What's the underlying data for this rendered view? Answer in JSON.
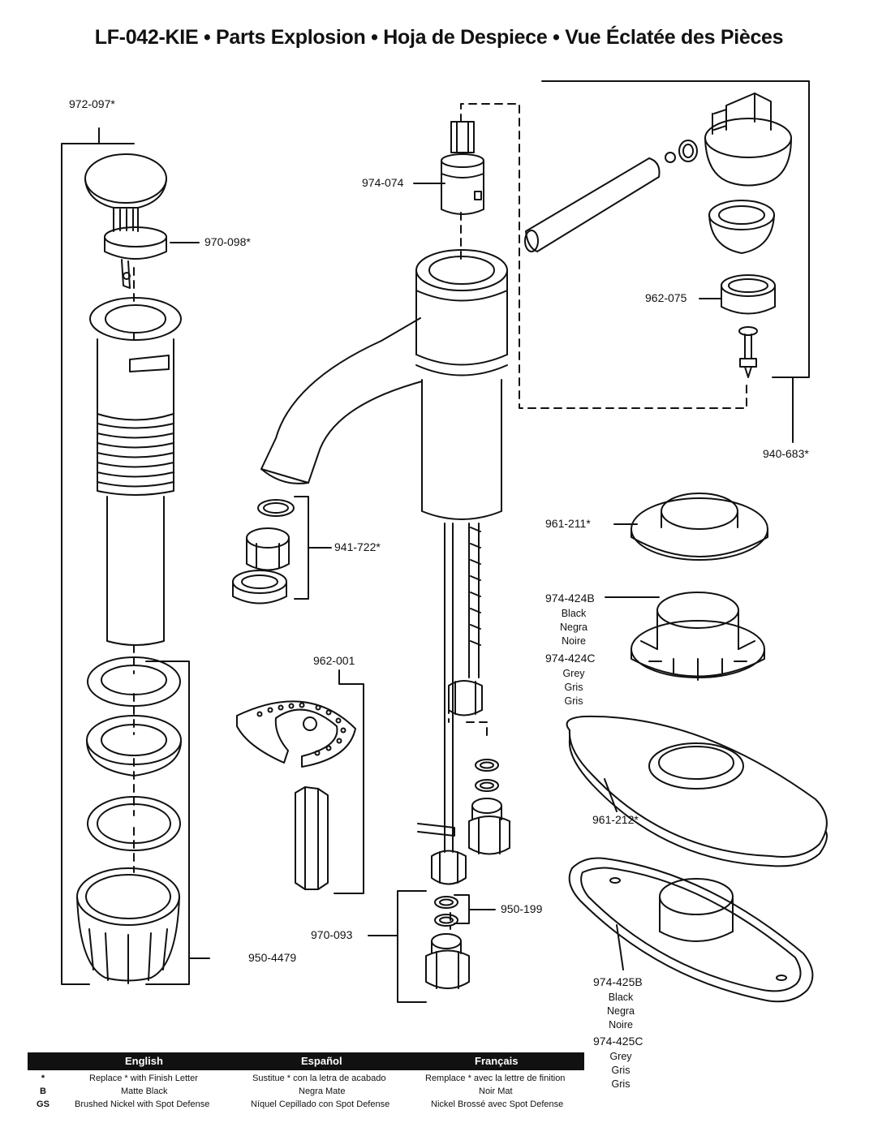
{
  "title": "LF-042-KIE  •  Parts Explosion  •  Hoja de Despiece  •  Vue Éclatée des Pièces",
  "parts": {
    "p972_097": "972-097*",
    "p970_098": "970-098*",
    "p974_074": "974-074",
    "p962_075": "962-075",
    "p940_683": "940-683*",
    "p961_211": "961-211*",
    "p941_722": "941-722*",
    "p974_424B": "974-424B",
    "p974_424C": "974-424C",
    "p962_001": "962-001",
    "p961_212": "961-212*",
    "p950_199": "950-199",
    "p970_093": "970-093",
    "p950_4479": "950-4479",
    "p974_425B": "974-425B",
    "p974_425C": "974-425C"
  },
  "colors_424B": [
    "Black",
    "Negra",
    "Noire"
  ],
  "colors_424C": [
    "Grey",
    "Gris",
    "Gris"
  ],
  "colors_425B": [
    "Black",
    "Negra",
    "Noire"
  ],
  "colors_425C": [
    "Grey",
    "Gris",
    "Gris"
  ],
  "legend": {
    "headers": [
      "English",
      "Español",
      "Français"
    ],
    "rows": [
      {
        "key": "*",
        "en": "Replace * with Finish Letter",
        "es": "Sustitue * con la letra de acabado",
        "fr": "Remplace * avec la lettre de finition"
      },
      {
        "key": "B",
        "en": "Matte Black",
        "es": "Negra Mate",
        "fr": "Noir Mat"
      },
      {
        "key": "GS",
        "en": "Brushed Nickel with Spot Defense",
        "es": "Níquel Cepillado con Spot Defense",
        "fr": "Nickel Brossé avec Spot Defense"
      }
    ]
  }
}
